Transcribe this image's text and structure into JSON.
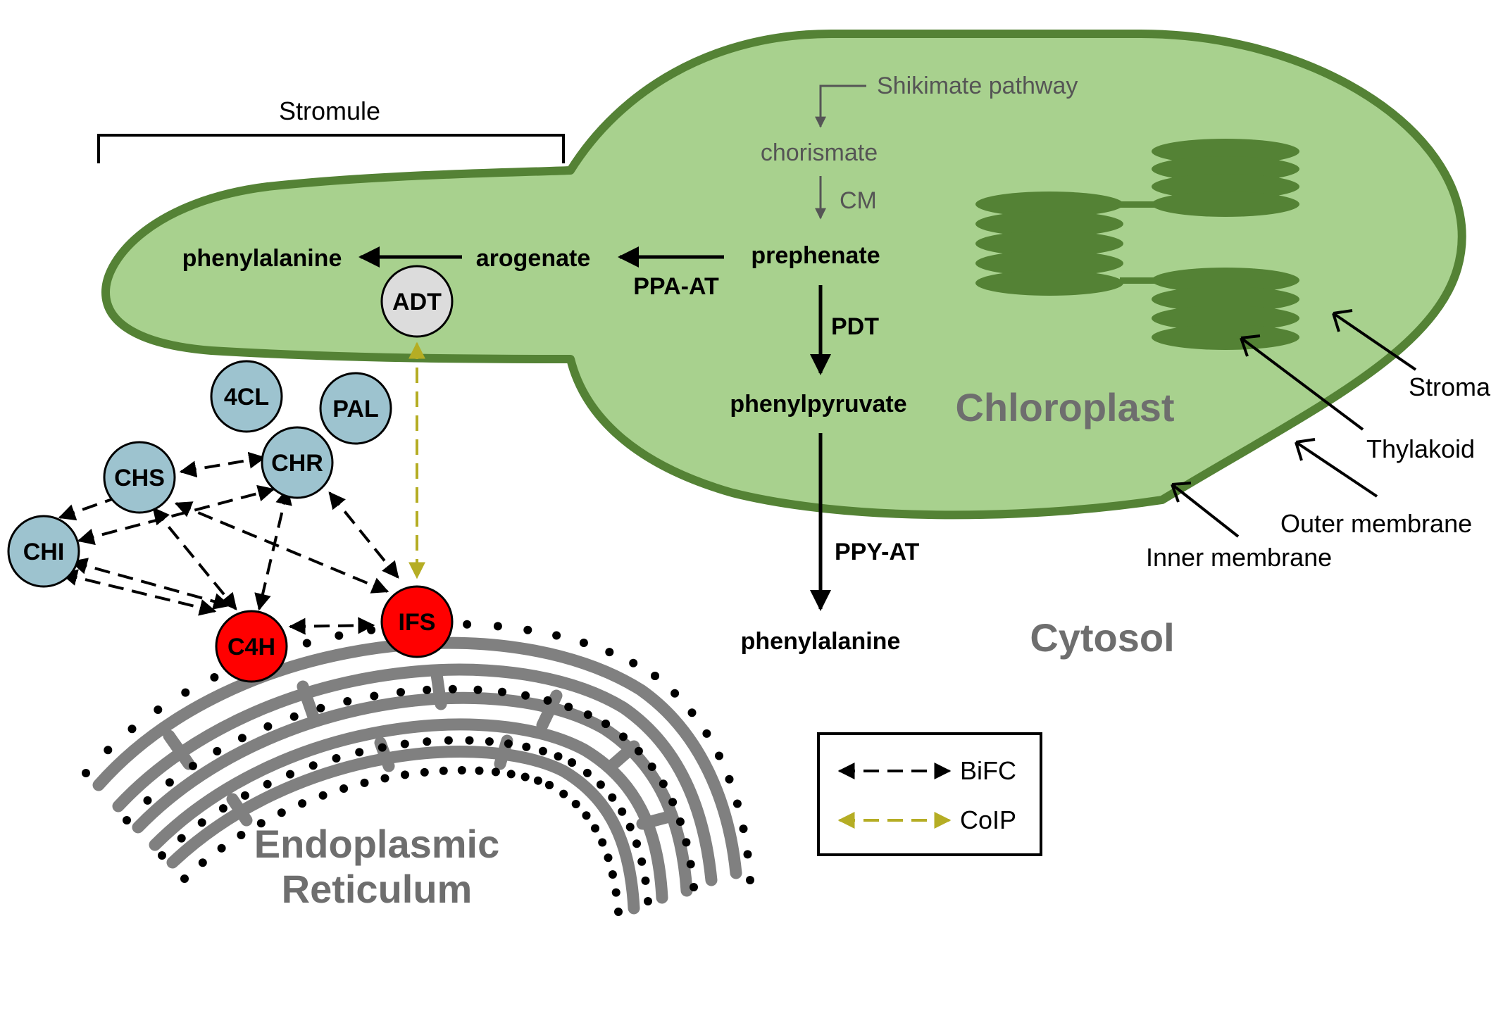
{
  "labels": {
    "stromule": "Stromule",
    "shikimate": "Shikimate pathway",
    "chorismate": "chorismate",
    "cm": "CM",
    "prephenate": "prephenate",
    "arogenate": "arogenate",
    "phenylalanine_stromule": "phenylalanine",
    "ppa_at": "PPA-AT",
    "pdt": "PDT",
    "phenylpyruvate": "phenylpyruvate",
    "ppy_at": "PPY-AT",
    "phenylalanine_cytosol": "phenylalanine",
    "chloroplast": "Chloroplast",
    "cytosol": "Cytosol",
    "stroma": "Stroma",
    "thylakoid": "Thylakoid",
    "outer_membrane": "Outer membrane",
    "inner_membrane": "Inner membrane",
    "er_line1": "Endoplasmic",
    "er_line2": "Reticulum"
  },
  "enzymes": {
    "adt": "ADT",
    "cl4": "4CL",
    "pal": "PAL",
    "chs": "CHS",
    "chr": "CHR",
    "chi": "CHI",
    "c4h": "C4H",
    "ifs": "IFS"
  },
  "legend": {
    "bifc": "BiFC",
    "coip": "CoIP"
  },
  "colors": {
    "chloroplast_fill": "#a8d18e",
    "chloroplast_border": "#548235",
    "thylakoid": "#548235",
    "enzyme_blue": "#9dc3cf",
    "enzyme_red": "#ff0000",
    "adt_gray": "#dcdcdc",
    "er_gray": "#808080",
    "coip_olive": "#b5ad24"
  }
}
